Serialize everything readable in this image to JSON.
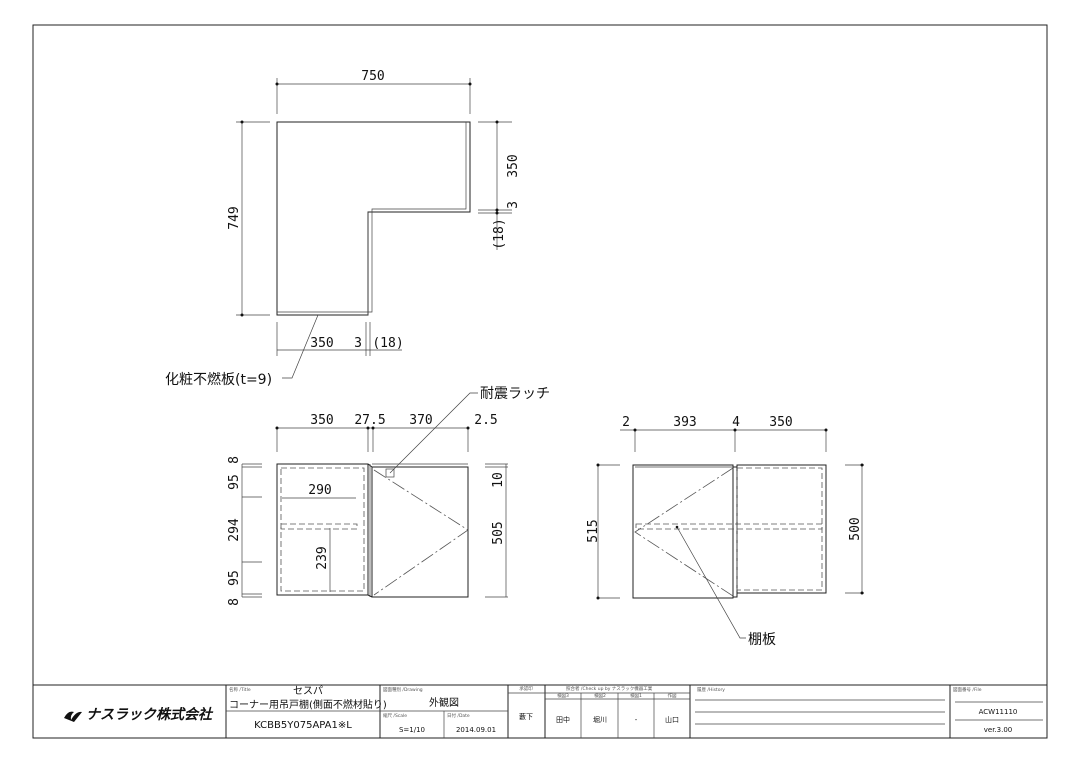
{
  "plan_view": {
    "width": "750",
    "depth": "749",
    "right_dims": [
      "350",
      "3",
      "(18)"
    ],
    "bottom_dims": [
      "350",
      "3",
      "(18)"
    ],
    "finish_board_label": "化粧不燃板(t=9)"
  },
  "front_view": {
    "top_dims": [
      "350",
      "27.5",
      "370",
      "2.5"
    ],
    "left_dims": [
      "8",
      "95",
      "294",
      "95",
      "8"
    ],
    "inner_dims": [
      "290",
      "239"
    ],
    "right_dims": [
      "10",
      "505"
    ],
    "latch_label": "耐震ラッチ"
  },
  "side_view": {
    "top_dims": [
      "2",
      "393",
      "4",
      "350"
    ],
    "left_dim": "515",
    "right_dim": "500",
    "shelf_label": "棚板"
  },
  "title_block": {
    "company": "ナスラック株式会社",
    "title_caption": "名称 /Title",
    "series": "セスパ",
    "product_name": "コーナー用吊戸棚(側面不燃材貼り)",
    "model": "KCBB5Y075APA1※L",
    "drawing_caption": "図面種別 /Drawing",
    "drawing_type": "外観図",
    "scale_caption": "縮尺 /Scale",
    "scale": "S=1/10",
    "date_caption": "日付 /Date",
    "date": "2014.09.01",
    "approval_caption": "承認印",
    "approval": "藪下",
    "check_caption": "照合者 /Check up by ナスラック機器工業",
    "checkers": [
      {
        "role": "検図3",
        "name": "田中"
      },
      {
        "role": "検図2",
        "name": "堀川"
      },
      {
        "role": "検図1",
        "name": "-"
      },
      {
        "role": "作図",
        "name": "山口"
      }
    ],
    "history_caption": "履歴 /History",
    "file_caption": "図面番号 /File",
    "file_number": "ACW11110",
    "version": "ver.3.00"
  }
}
